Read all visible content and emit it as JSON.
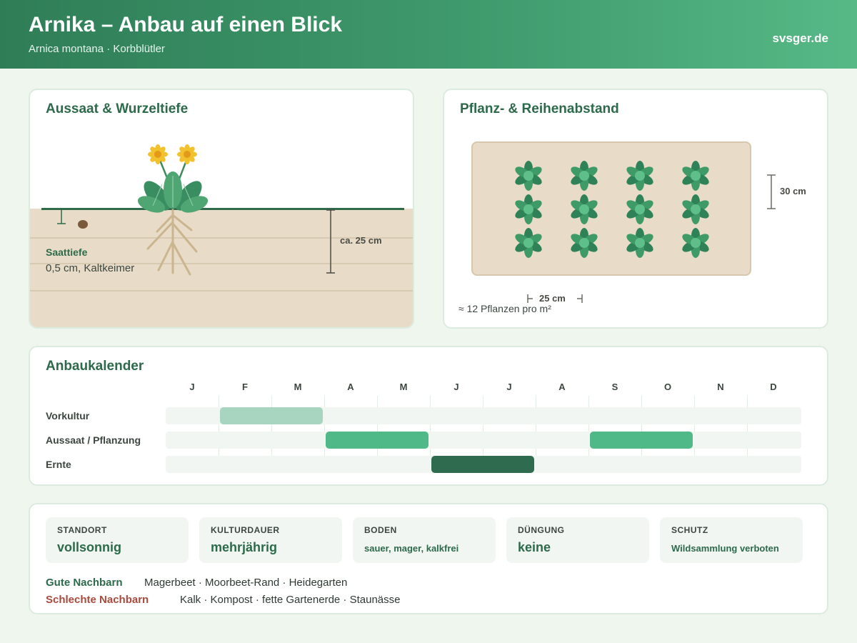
{
  "header": {
    "title": "Arnika – Anbau auf einen Blick",
    "subtitle": "Arnica montana · Korbblütler",
    "brand": "svsger.de"
  },
  "seeding": {
    "title": "Aussaat & Wurzeltiefe",
    "seed_depth_label": "Saattiefe",
    "seed_depth_value": "0,5 cm, Kaltkeimer",
    "root_depth": "ca. 25 cm"
  },
  "spacing": {
    "title": "Pflanz- & Reihenabstand",
    "row_distance": "30 cm",
    "plant_distance": "25 cm",
    "density": "≈ 12 Pflanzen pro m²",
    "rows": 3,
    "plants_per_row": 4
  },
  "calendar": {
    "title": "Anbaukalender",
    "months": [
      "J",
      "F",
      "M",
      "A",
      "M",
      "J",
      "J",
      "A",
      "S",
      "O",
      "N",
      "D"
    ],
    "rows": [
      {
        "label": "Vorkultur",
        "color": "#a8d5bf",
        "periods": [
          [
            2,
            3
          ]
        ]
      },
      {
        "label": "Aussaat / Pflanzung",
        "color": "#4fb988",
        "periods": [
          [
            4,
            5
          ],
          [
            9,
            10
          ]
        ]
      },
      {
        "label": "Ernte",
        "color": "#2e6b4f",
        "periods": [
          [
            6,
            7
          ]
        ]
      }
    ]
  },
  "facts": [
    {
      "label": "STANDORT",
      "value": "vollsonnig",
      "small": false
    },
    {
      "label": "KULTURDAUER",
      "value": "mehrjährig",
      "small": false
    },
    {
      "label": "BODEN",
      "value": "sauer, mager, kalkfrei",
      "small": true
    },
    {
      "label": "DÜNGUNG",
      "value": "keine",
      "small": false
    },
    {
      "label": "SCHUTZ",
      "value": "Wildsammlung verboten",
      "small": true
    }
  ],
  "neighbors": {
    "good_label": "Gute Nachbarn",
    "good": "Magerbeet · Moorbeet-Rand · Heidegarten",
    "bad_label": "Schlechte Nachbarn",
    "bad": "Kalk · Kompost · fette Gartenerde · Staunässe"
  },
  "colors": {
    "accent": "#2d6a4a",
    "flower": "#f2c12e",
    "leaf": "#3f9a66",
    "soil": "#e8dcc8",
    "bad_neighbors": "#a84a3c"
  }
}
